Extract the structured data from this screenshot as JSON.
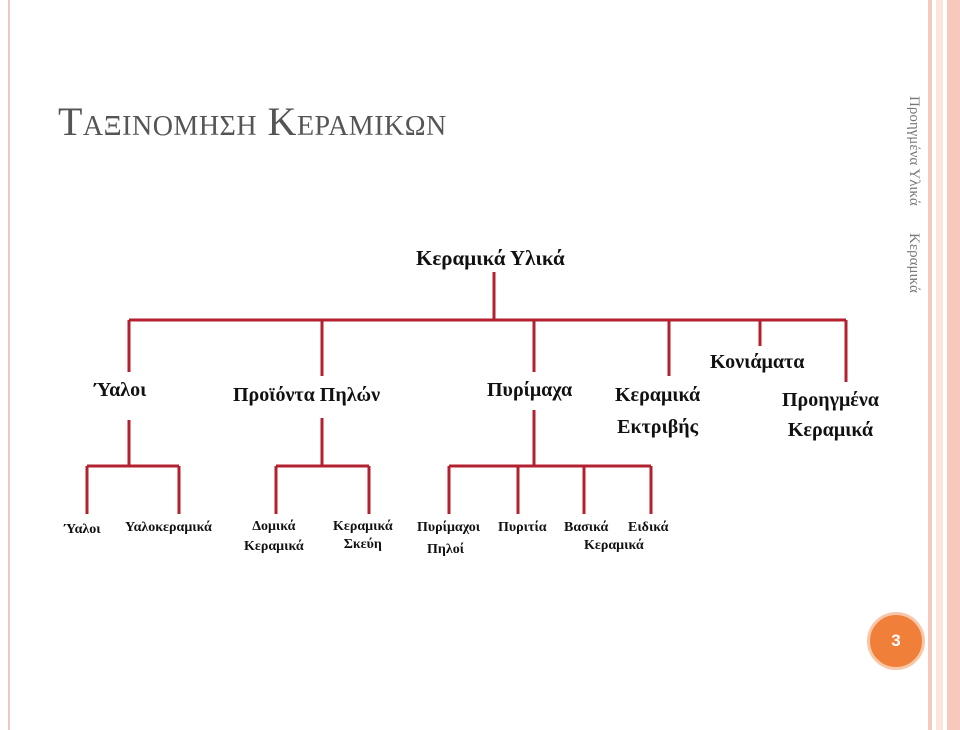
{
  "slide": {
    "title": "Ταξινομηση Κεραμικων",
    "side_label_1": "Προηγμένα Υλικά",
    "side_label_2": "Κεραμικά",
    "page_number": "3"
  },
  "diagram": {
    "root": "Κεραμικά Υλικά",
    "categories": {
      "glass": "Ύαλοι",
      "clay_products": "Προϊόντα Πηλών",
      "refractories": "Πυρίμαχα",
      "abrasive_line1": "Κεραμικά",
      "abrasive_line2": "Εκτριβής",
      "cements": "Κονιάματα",
      "advanced_line1": "Προηγμένα",
      "advanced_line2": "Κεραμικά"
    },
    "subcategories": {
      "glasses": "Ύαλοι",
      "glass_ceramics": "Υαλοκεραμικά",
      "structural_line1": "Δομικά",
      "structural_line2": "Κεραμικά",
      "whitewares_line1": "Κεραμικά",
      "whitewares_line2": "Σκεύη",
      "fireclay_line1": "Πυρίμαχοι",
      "fireclay_line2": "Πηλοί",
      "silica": "Πυριτία",
      "basic_line1": "Βασικά",
      "basic_line2": "Κεραμικά",
      "special": "Ειδικά"
    },
    "line_color": "#b3202f"
  },
  "colors": {
    "badge": "#f07f3a",
    "title": "#555555"
  }
}
